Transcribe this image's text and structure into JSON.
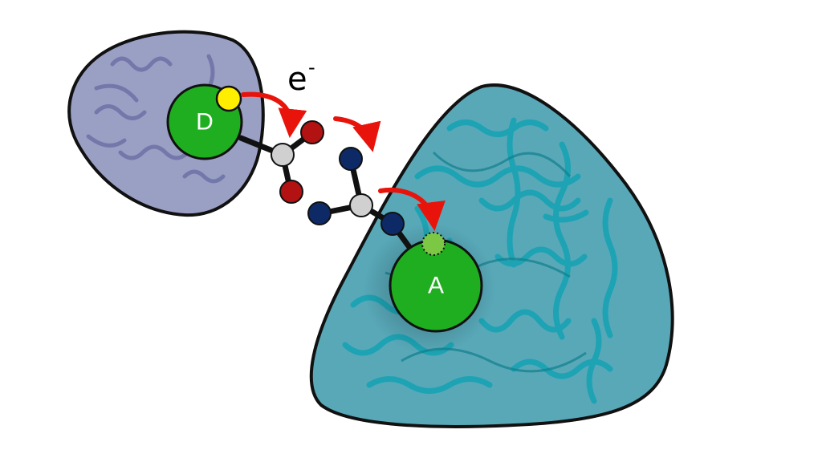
{
  "donor": {
    "label": "D"
  },
  "acceptor": {
    "label": "A"
  },
  "electron": {
    "symbol": "e",
    "charge": "-"
  },
  "colors": {
    "donor_protein_fill": "#9a9fc4",
    "donor_ribbon": "#6f73a8",
    "acceptor_protein_fill": "#58a8b8",
    "acceptor_ribbon": "#1aa3b3",
    "cofactor_green": "#1fae1f",
    "electron_yellow": "#ffee00",
    "arrow_red": "#e8140c",
    "oxygen_red": "#b31212",
    "nitrogen_blue": "#0e2a66",
    "carbon_gray": "#d0d0d0",
    "outline": "#111111"
  }
}
